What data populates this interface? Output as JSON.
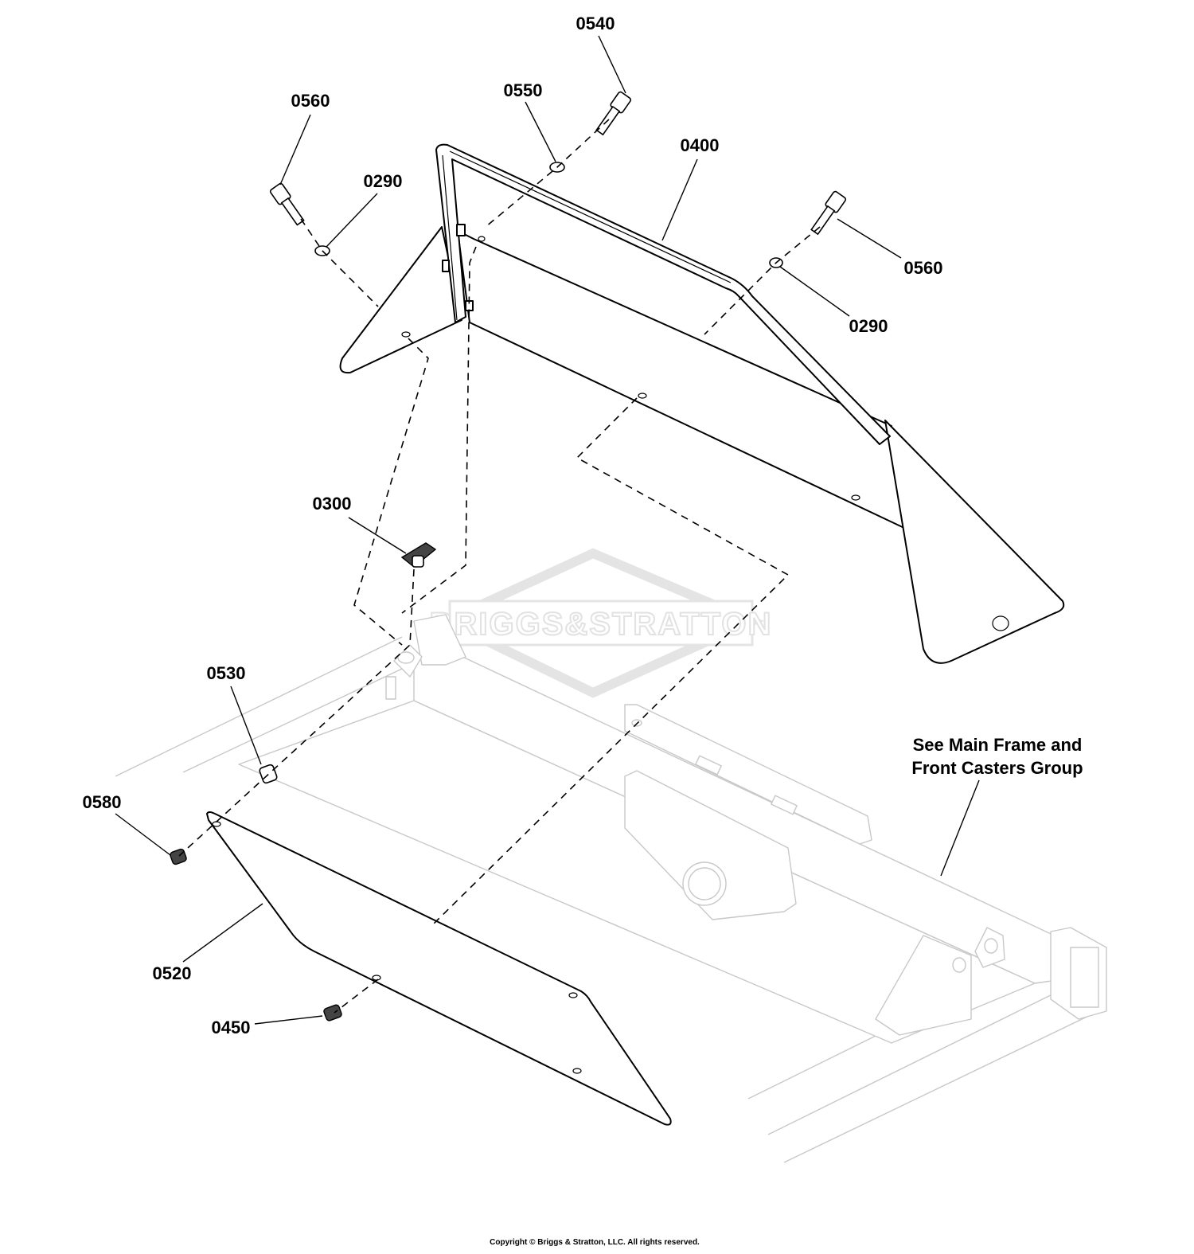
{
  "diagram": {
    "brand_watermark": "BRIGGS&STRATTON",
    "callouts": [
      {
        "id": "c-0540",
        "label": "0540"
      },
      {
        "id": "c-0550",
        "label": "0550"
      },
      {
        "id": "c-0560-left",
        "label": "0560"
      },
      {
        "id": "c-0290-left",
        "label": "0290"
      },
      {
        "id": "c-0400",
        "label": "0400"
      },
      {
        "id": "c-0560-right",
        "label": "0560"
      },
      {
        "id": "c-0290-right",
        "label": "0290"
      },
      {
        "id": "c-0300",
        "label": "0300"
      },
      {
        "id": "c-0530",
        "label": "0530"
      },
      {
        "id": "c-0580",
        "label": "0580"
      },
      {
        "id": "c-0520",
        "label": "0520"
      },
      {
        "id": "c-0450",
        "label": "0450"
      }
    ],
    "reference_note": {
      "line1": "See Main Frame and",
      "line2": "Front Casters Group"
    },
    "copyright": "Copyright © Briggs & Stratton, LLC. All rights reserved."
  }
}
